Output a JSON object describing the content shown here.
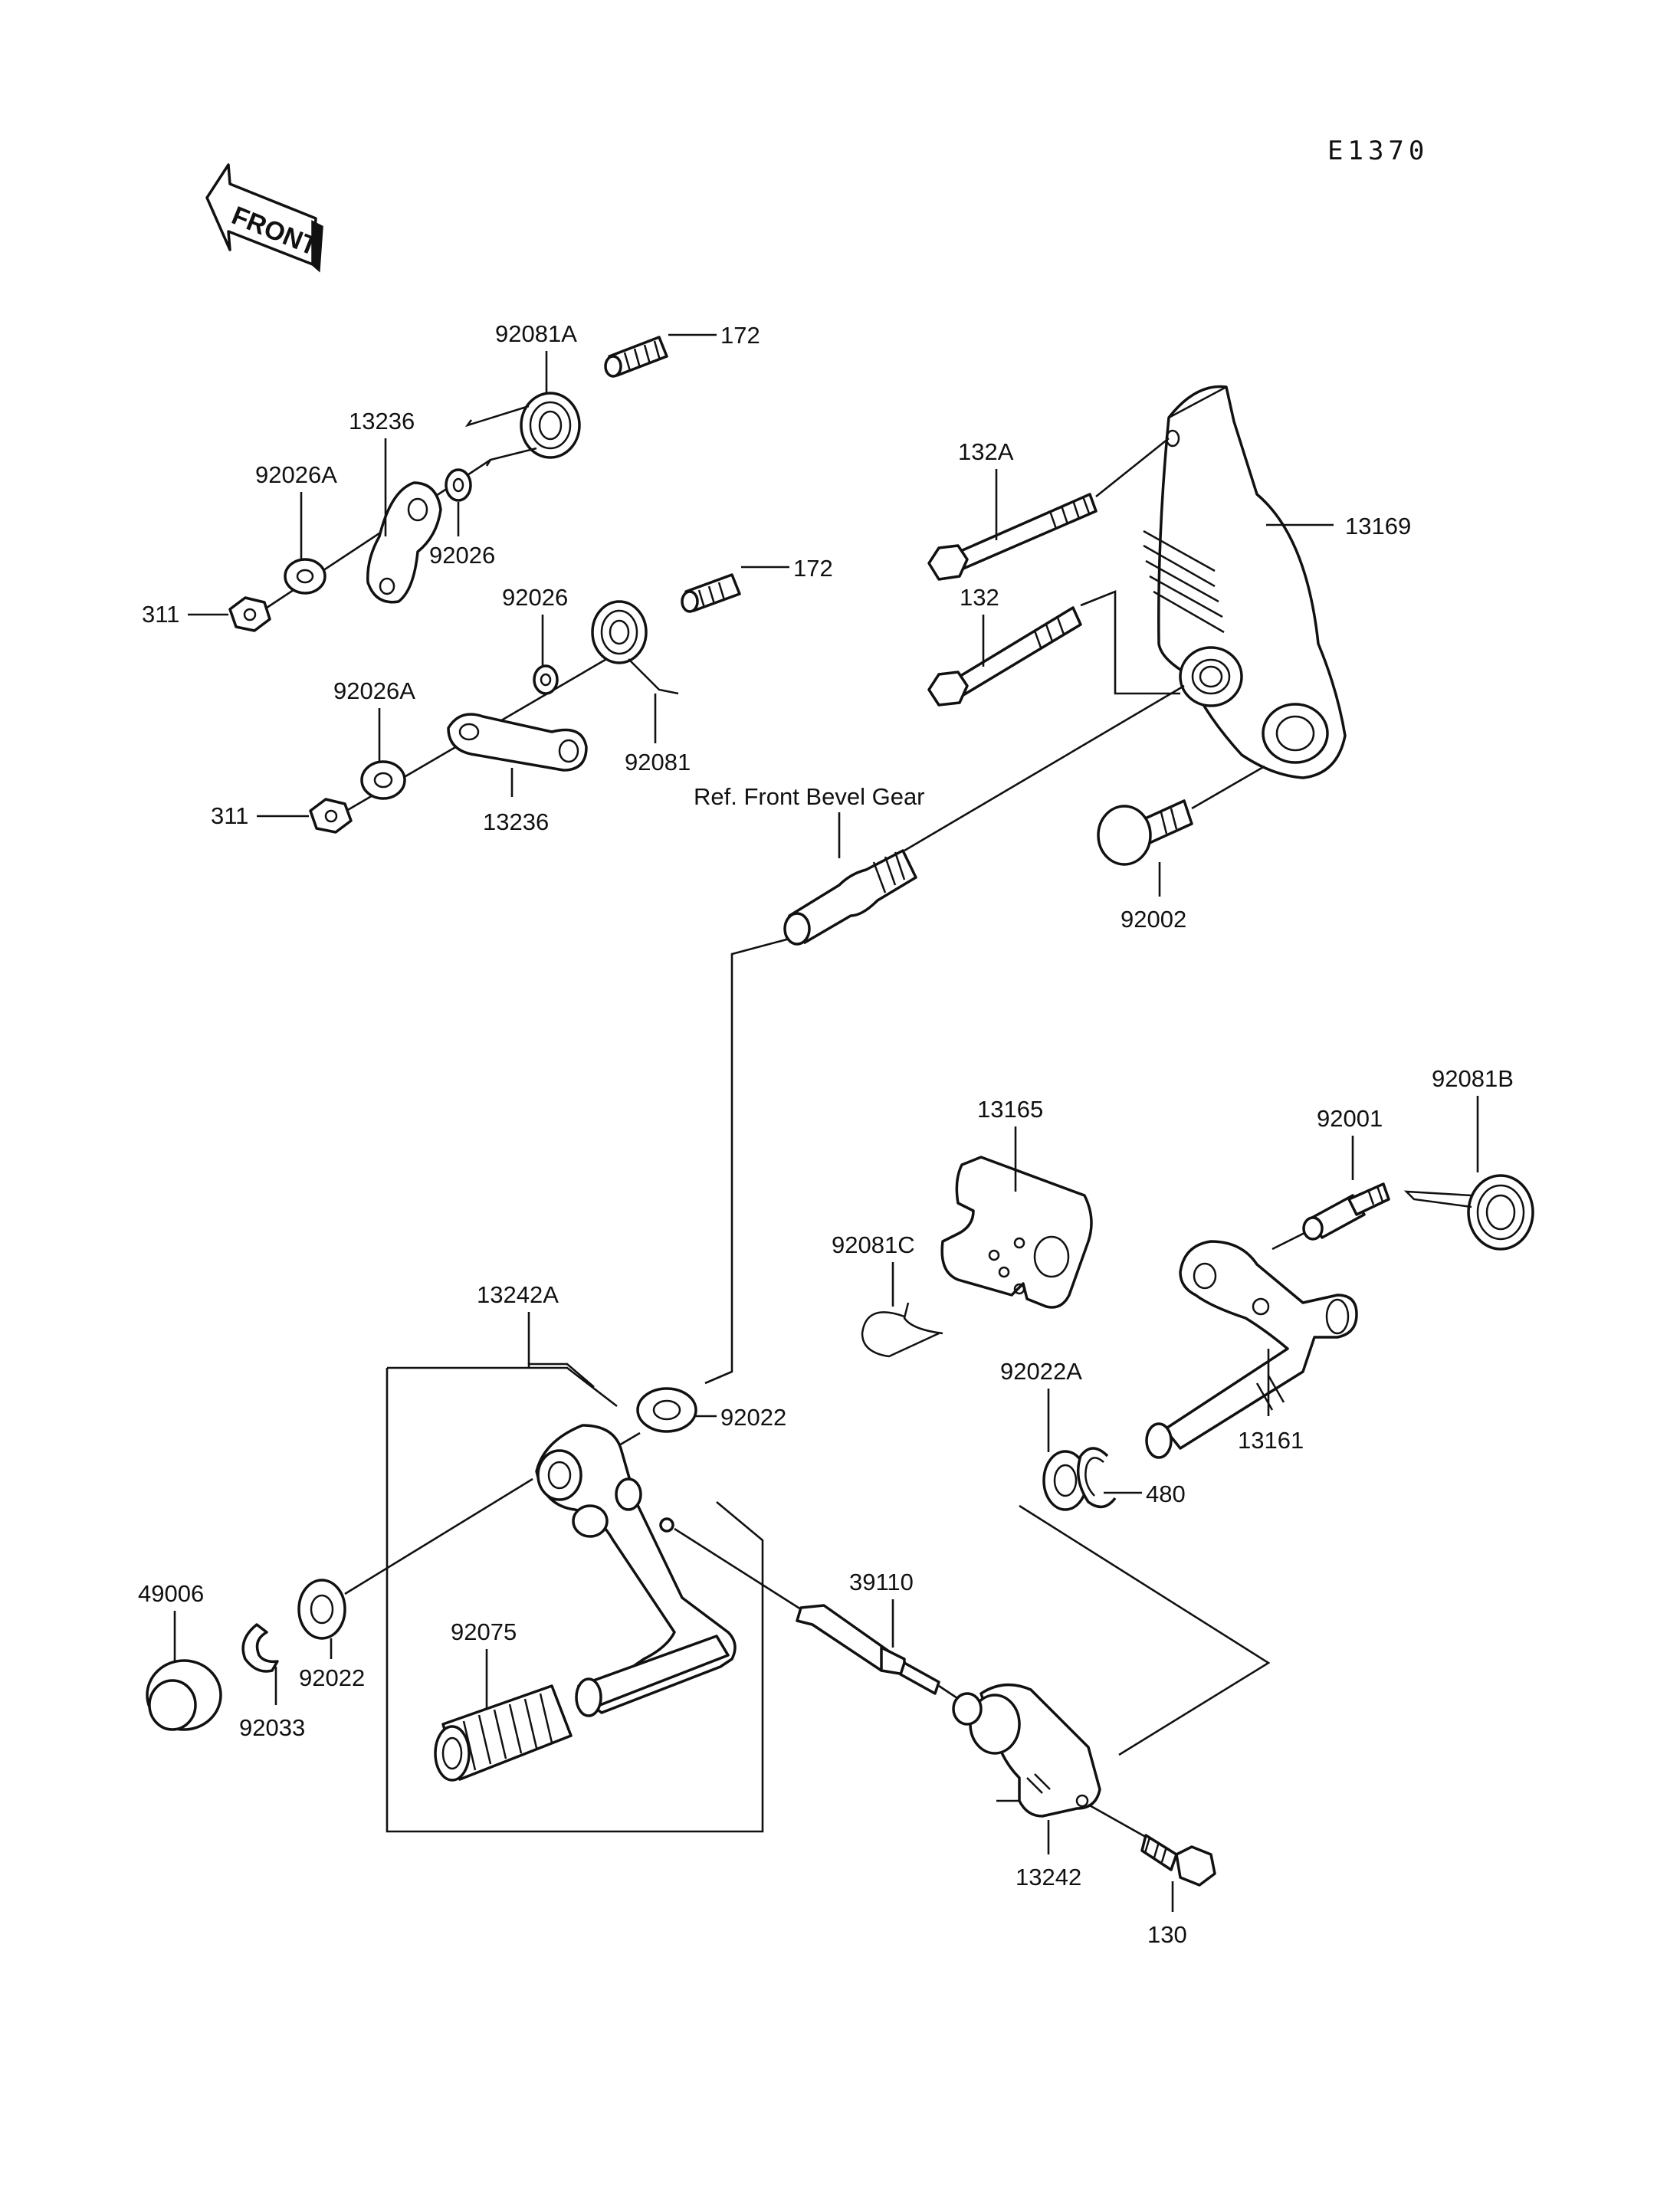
{
  "diagram_code": "E1370",
  "front_arrow_label": "FRONT",
  "ref_label": "Ref. Front Bevel Gear",
  "parts": {
    "p92081A": "92081A",
    "p172_top": "172",
    "p13236_top": "13236",
    "p92026A_top": "92026A",
    "p92026_top": "92026",
    "p311_top": "311",
    "p92026_mid": "92026",
    "p172_mid": "172",
    "p92026A_mid": "92026A",
    "p92081": "92081",
    "p311_mid": "311",
    "p13236_mid": "13236",
    "p132A": "132A",
    "p132": "132",
    "p13169": "13169",
    "p92002": "92002",
    "p13165": "13165",
    "p92001": "92001",
    "p92081B": "92081B",
    "p92081C": "92081C",
    "p92022A": "92022A",
    "p13161": "13161",
    "p480": "480",
    "p13242A": "13242A",
    "p92022_top": "92022",
    "p49006": "49006",
    "p92022_low": "92022",
    "p92033": "92033",
    "p92075": "92075",
    "p39110": "39110",
    "p13242": "13242",
    "p130": "130"
  }
}
